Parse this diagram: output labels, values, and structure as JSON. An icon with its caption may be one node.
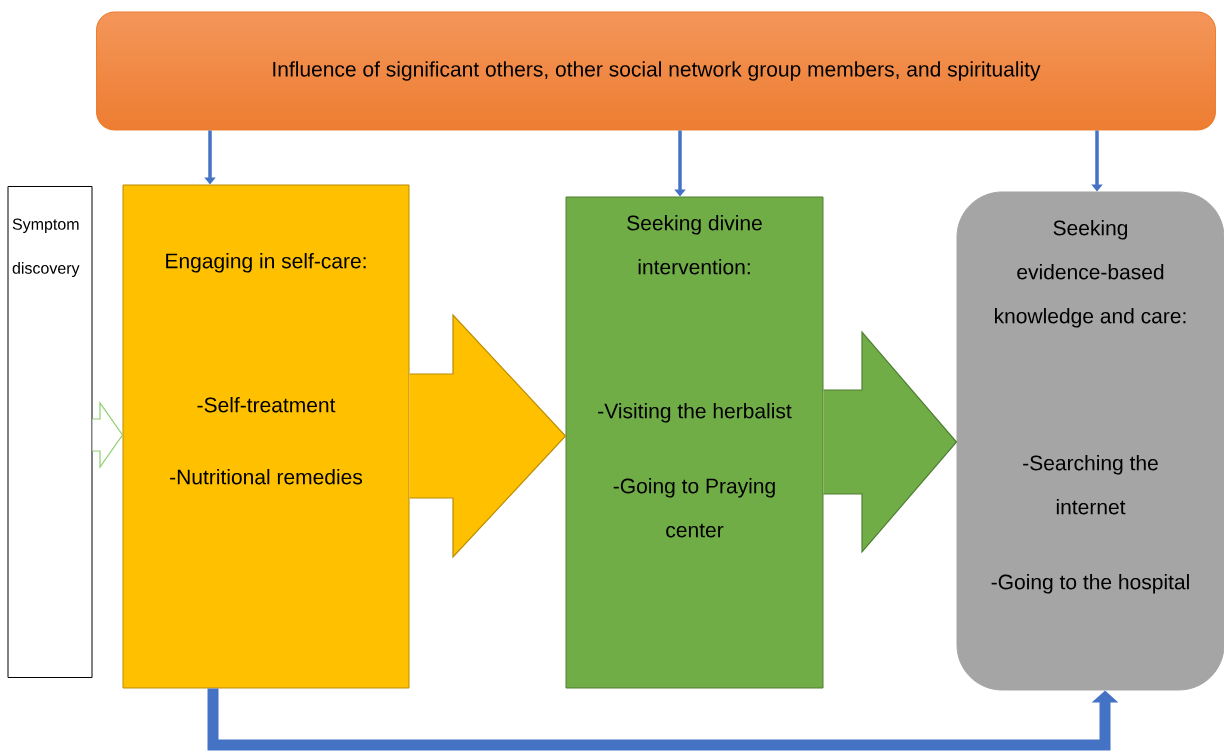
{
  "diagram": {
    "nodes": [
      {
        "text": [
          "Influence of significant others, other social network group members, and spirituality"
        ]
      },
      {
        "text": [
          "Symptom discovery"
        ]
      },
      {
        "text": [
          "Engaging in self-care:",
          "-Self-treatment",
          "-Nutritional remedies"
        ]
      },
      {
        "text": [
          "Seeking divine intervention:",
          "-Visiting the herbalist",
          "-Going to Praying center"
        ]
      },
      {
        "text": [
          "Seeking evidence-based knowledge and care:",
          "-Searching the internet",
          "-Going to the hospital"
        ]
      }
    ],
    "edges": [
      {
        "from": 0,
        "to": 2,
        "arrow": "to"
      },
      {
        "from": 0,
        "to": 3,
        "arrow": "to"
      },
      {
        "from": 0,
        "to": 4,
        "arrow": "to"
      },
      {
        "from": 1,
        "to": 2,
        "arrow": "to",
        "style": "thick",
        "color": "#8fcf6e"
      },
      {
        "from": 2,
        "to": 3,
        "arrow": "to",
        "style": "thick",
        "color": "#ffc000"
      },
      {
        "from": 3,
        "to": 4,
        "arrow": "to",
        "style": "thick",
        "color": "#70ad47"
      },
      {
        "from": 2,
        "to": 4,
        "arrow": "to",
        "style": "thick"
      }
    ]
  }
}
